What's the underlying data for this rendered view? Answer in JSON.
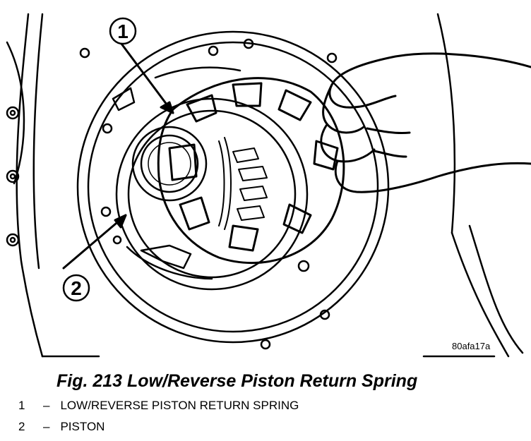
{
  "figure": {
    "image_id": "80afa17a",
    "caption": "Fig. 213 Low/Reverse Piston Return Spring"
  },
  "callouts": [
    {
      "number": "1",
      "label": "LOW/REVERSE PISTON RETURN SPRING"
    },
    {
      "number": "2",
      "label": "PISTON"
    }
  ],
  "legend_separator": "–",
  "colors": {
    "line": "#000000",
    "background": "#ffffff",
    "hatch": "#000000"
  }
}
